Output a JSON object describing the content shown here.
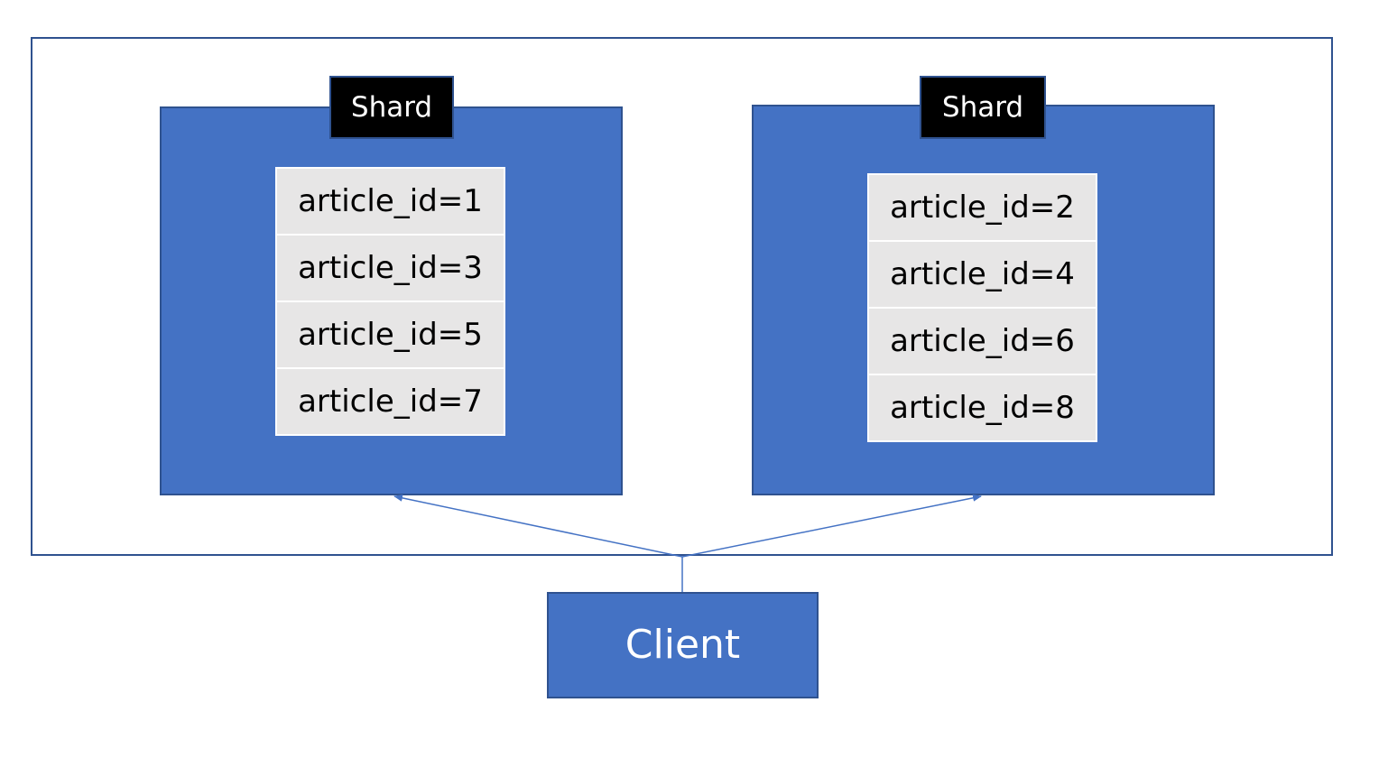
{
  "shards": [
    {
      "label": "Shard",
      "records": [
        "article_id=1",
        "article_id=3",
        "article_id=5",
        "article_id=7"
      ]
    },
    {
      "label": "Shard",
      "records": [
        "article_id=2",
        "article_id=4",
        "article_id=6",
        "article_id=8"
      ]
    }
  ],
  "client": {
    "label": "Client"
  },
  "colors": {
    "shard_fill": "#4472c4",
    "border": "#2f528f",
    "label_fill": "#000000",
    "record_fill": "#e7e6e6",
    "connector": "#4472c4"
  }
}
